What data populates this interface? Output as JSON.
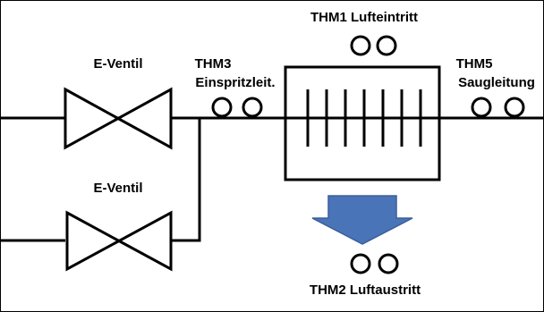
{
  "labels": {
    "valve_top": "E-Ventil",
    "valve_bottom": "E-Ventil",
    "thm1": "THM1  Lufteintritt",
    "thm3_line1": "THM3",
    "thm3_line2": "Einspritzleit.",
    "thm5_line1": "THM5",
    "thm5_line2": "Saugleitung",
    "thm2": "THM2  Luftaustritt"
  },
  "colors": {
    "line": "#000000",
    "arrow_fill": "#4a74b8",
    "arrow_stroke": "#3a5f99"
  },
  "icons": {
    "valve": "gate-valve-icon",
    "sensor": "sensor-pair-icon",
    "heat_exchanger": "heat-exchanger-icon",
    "air_flow": "down-arrow-icon"
  }
}
